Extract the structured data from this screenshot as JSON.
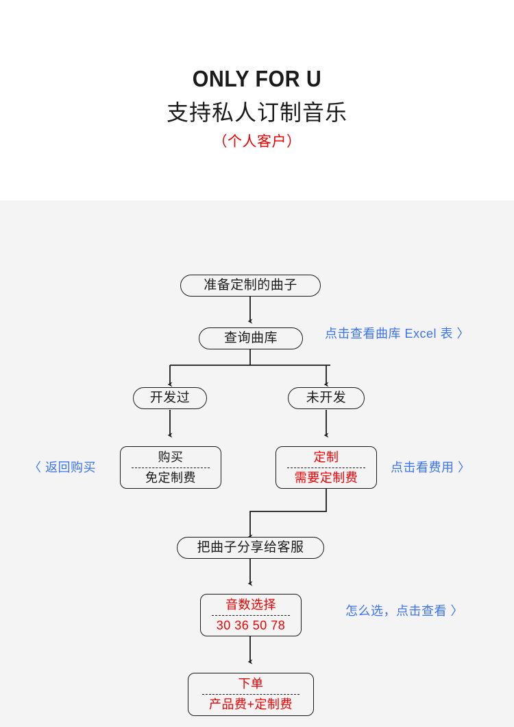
{
  "header": {
    "title_en": "ONLY FOR U",
    "title_cn": "支持私人订制音乐",
    "subtitle": "（个人客户）"
  },
  "colors": {
    "page_bg": "#f4f4f4",
    "header_bg": "#ffffff",
    "text": "#1a1a1a",
    "accent_red": "#ee0000",
    "link_blue": "#3b74f2",
    "stroke": "#1a1a1a"
  },
  "flow": {
    "nodes": [
      {
        "id": "prepare",
        "shape": "pill",
        "style": "black",
        "line1": "准备定制的曲子"
      },
      {
        "id": "search",
        "shape": "pill",
        "style": "black",
        "line1": "查询曲库"
      },
      {
        "id": "developed",
        "shape": "pill",
        "style": "black",
        "line1": "开发过"
      },
      {
        "id": "undeveloped",
        "shape": "pill",
        "style": "black",
        "line1": "未开发"
      },
      {
        "id": "buy",
        "shape": "box",
        "style": "black",
        "line1": "购买",
        "line2": "免定制费"
      },
      {
        "id": "custom",
        "shape": "box",
        "style": "red",
        "line1": "定制",
        "line2": "需要定制费"
      },
      {
        "id": "share",
        "shape": "pill",
        "style": "black",
        "line1": "把曲子分享给客服"
      },
      {
        "id": "tones",
        "shape": "box",
        "style": "red",
        "line1": "音数选择",
        "line2": "30 36 50 78"
      },
      {
        "id": "order",
        "shape": "box",
        "style": "red",
        "line1": "下单",
        "line2": "产品费+定制费"
      }
    ],
    "links": [
      {
        "id": "excel-link",
        "label": "点击查看曲库 Excel 表 〉"
      },
      {
        "id": "back-buy-link",
        "label": "〈 返回购买"
      },
      {
        "id": "fee-link",
        "label": "点击看费用 〉"
      },
      {
        "id": "tones-link",
        "label": "怎么选，点击查看 〉"
      }
    ]
  }
}
